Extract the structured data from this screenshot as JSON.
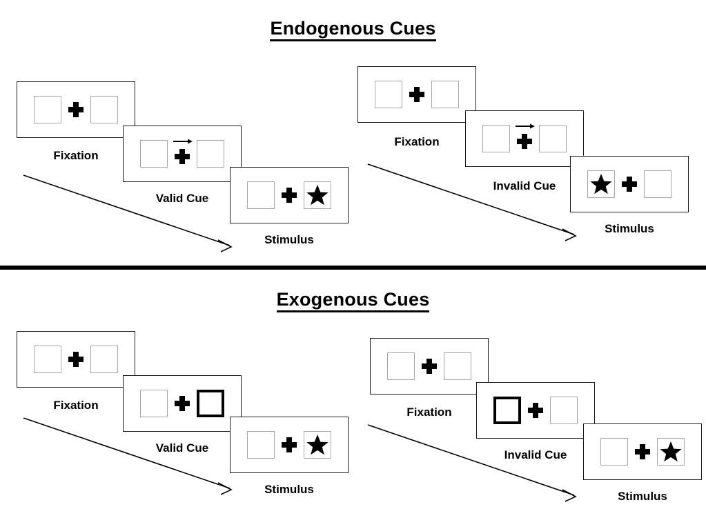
{
  "sections": [
    {
      "id": "endogenous",
      "title": "Endogenous Cues",
      "groups": [
        {
          "id": "endogenous-valid",
          "panels": [
            {
              "stage_label": "Fixation",
              "left_box": {
                "content": "empty",
                "cued": false
              },
              "right_box": {
                "content": "empty",
                "cued": false
              },
              "cue": "none"
            },
            {
              "stage_label": "Valid Cue",
              "left_box": {
                "content": "empty",
                "cued": false
              },
              "right_box": {
                "content": "empty",
                "cued": false
              },
              "cue": "arrow-right"
            },
            {
              "stage_label": "Stimulus",
              "left_box": {
                "content": "empty",
                "cued": false
              },
              "right_box": {
                "content": "star",
                "cued": false
              },
              "cue": "none"
            }
          ]
        },
        {
          "id": "endogenous-invalid",
          "panels": [
            {
              "stage_label": "Fixation",
              "left_box": {
                "content": "empty",
                "cued": false
              },
              "right_box": {
                "content": "empty",
                "cued": false
              },
              "cue": "none"
            },
            {
              "stage_label": "Invalid Cue",
              "left_box": {
                "content": "empty",
                "cued": false
              },
              "right_box": {
                "content": "empty",
                "cued": false
              },
              "cue": "arrow-right"
            },
            {
              "stage_label": "Stimulus",
              "left_box": {
                "content": "star",
                "cued": false
              },
              "right_box": {
                "content": "empty",
                "cued": false
              },
              "cue": "none"
            }
          ]
        }
      ]
    },
    {
      "id": "exogenous",
      "title": "Exogenous Cues",
      "groups": [
        {
          "id": "exogenous-valid",
          "panels": [
            {
              "stage_label": "Fixation",
              "left_box": {
                "content": "empty",
                "cued": false
              },
              "right_box": {
                "content": "empty",
                "cued": false
              },
              "cue": "none"
            },
            {
              "stage_label": "Valid Cue",
              "left_box": {
                "content": "empty",
                "cued": false
              },
              "right_box": {
                "content": "empty",
                "cued": true
              },
              "cue": "none"
            },
            {
              "stage_label": "Stimulus",
              "left_box": {
                "content": "empty",
                "cued": false
              },
              "right_box": {
                "content": "star",
                "cued": false
              },
              "cue": "none"
            }
          ]
        },
        {
          "id": "exogenous-invalid",
          "panels": [
            {
              "stage_label": "Fixation",
              "left_box": {
                "content": "empty",
                "cued": false
              },
              "right_box": {
                "content": "empty",
                "cued": false
              },
              "cue": "none"
            },
            {
              "stage_label": "Invalid Cue",
              "left_box": {
                "content": "empty",
                "cued": true
              },
              "right_box": {
                "content": "empty",
                "cued": false
              },
              "cue": "none"
            },
            {
              "stage_label": "Stimulus",
              "left_box": {
                "content": "empty",
                "cued": false
              },
              "right_box": {
                "content": "star",
                "cued": false
              },
              "cue": "none"
            }
          ]
        }
      ]
    }
  ],
  "colors": {
    "background": "#ffffff",
    "panel_border": "#1a1a1a",
    "box_border": "#a6a6a6",
    "cued_box_border": "#000000",
    "ink": "#000000",
    "divider": "#000000"
  },
  "icons": {
    "fixation_cross": "plus-icon",
    "arrow_cue": "arrow-right-icon",
    "target": "star-icon",
    "time_arrow": "time-arrow-icon"
  }
}
